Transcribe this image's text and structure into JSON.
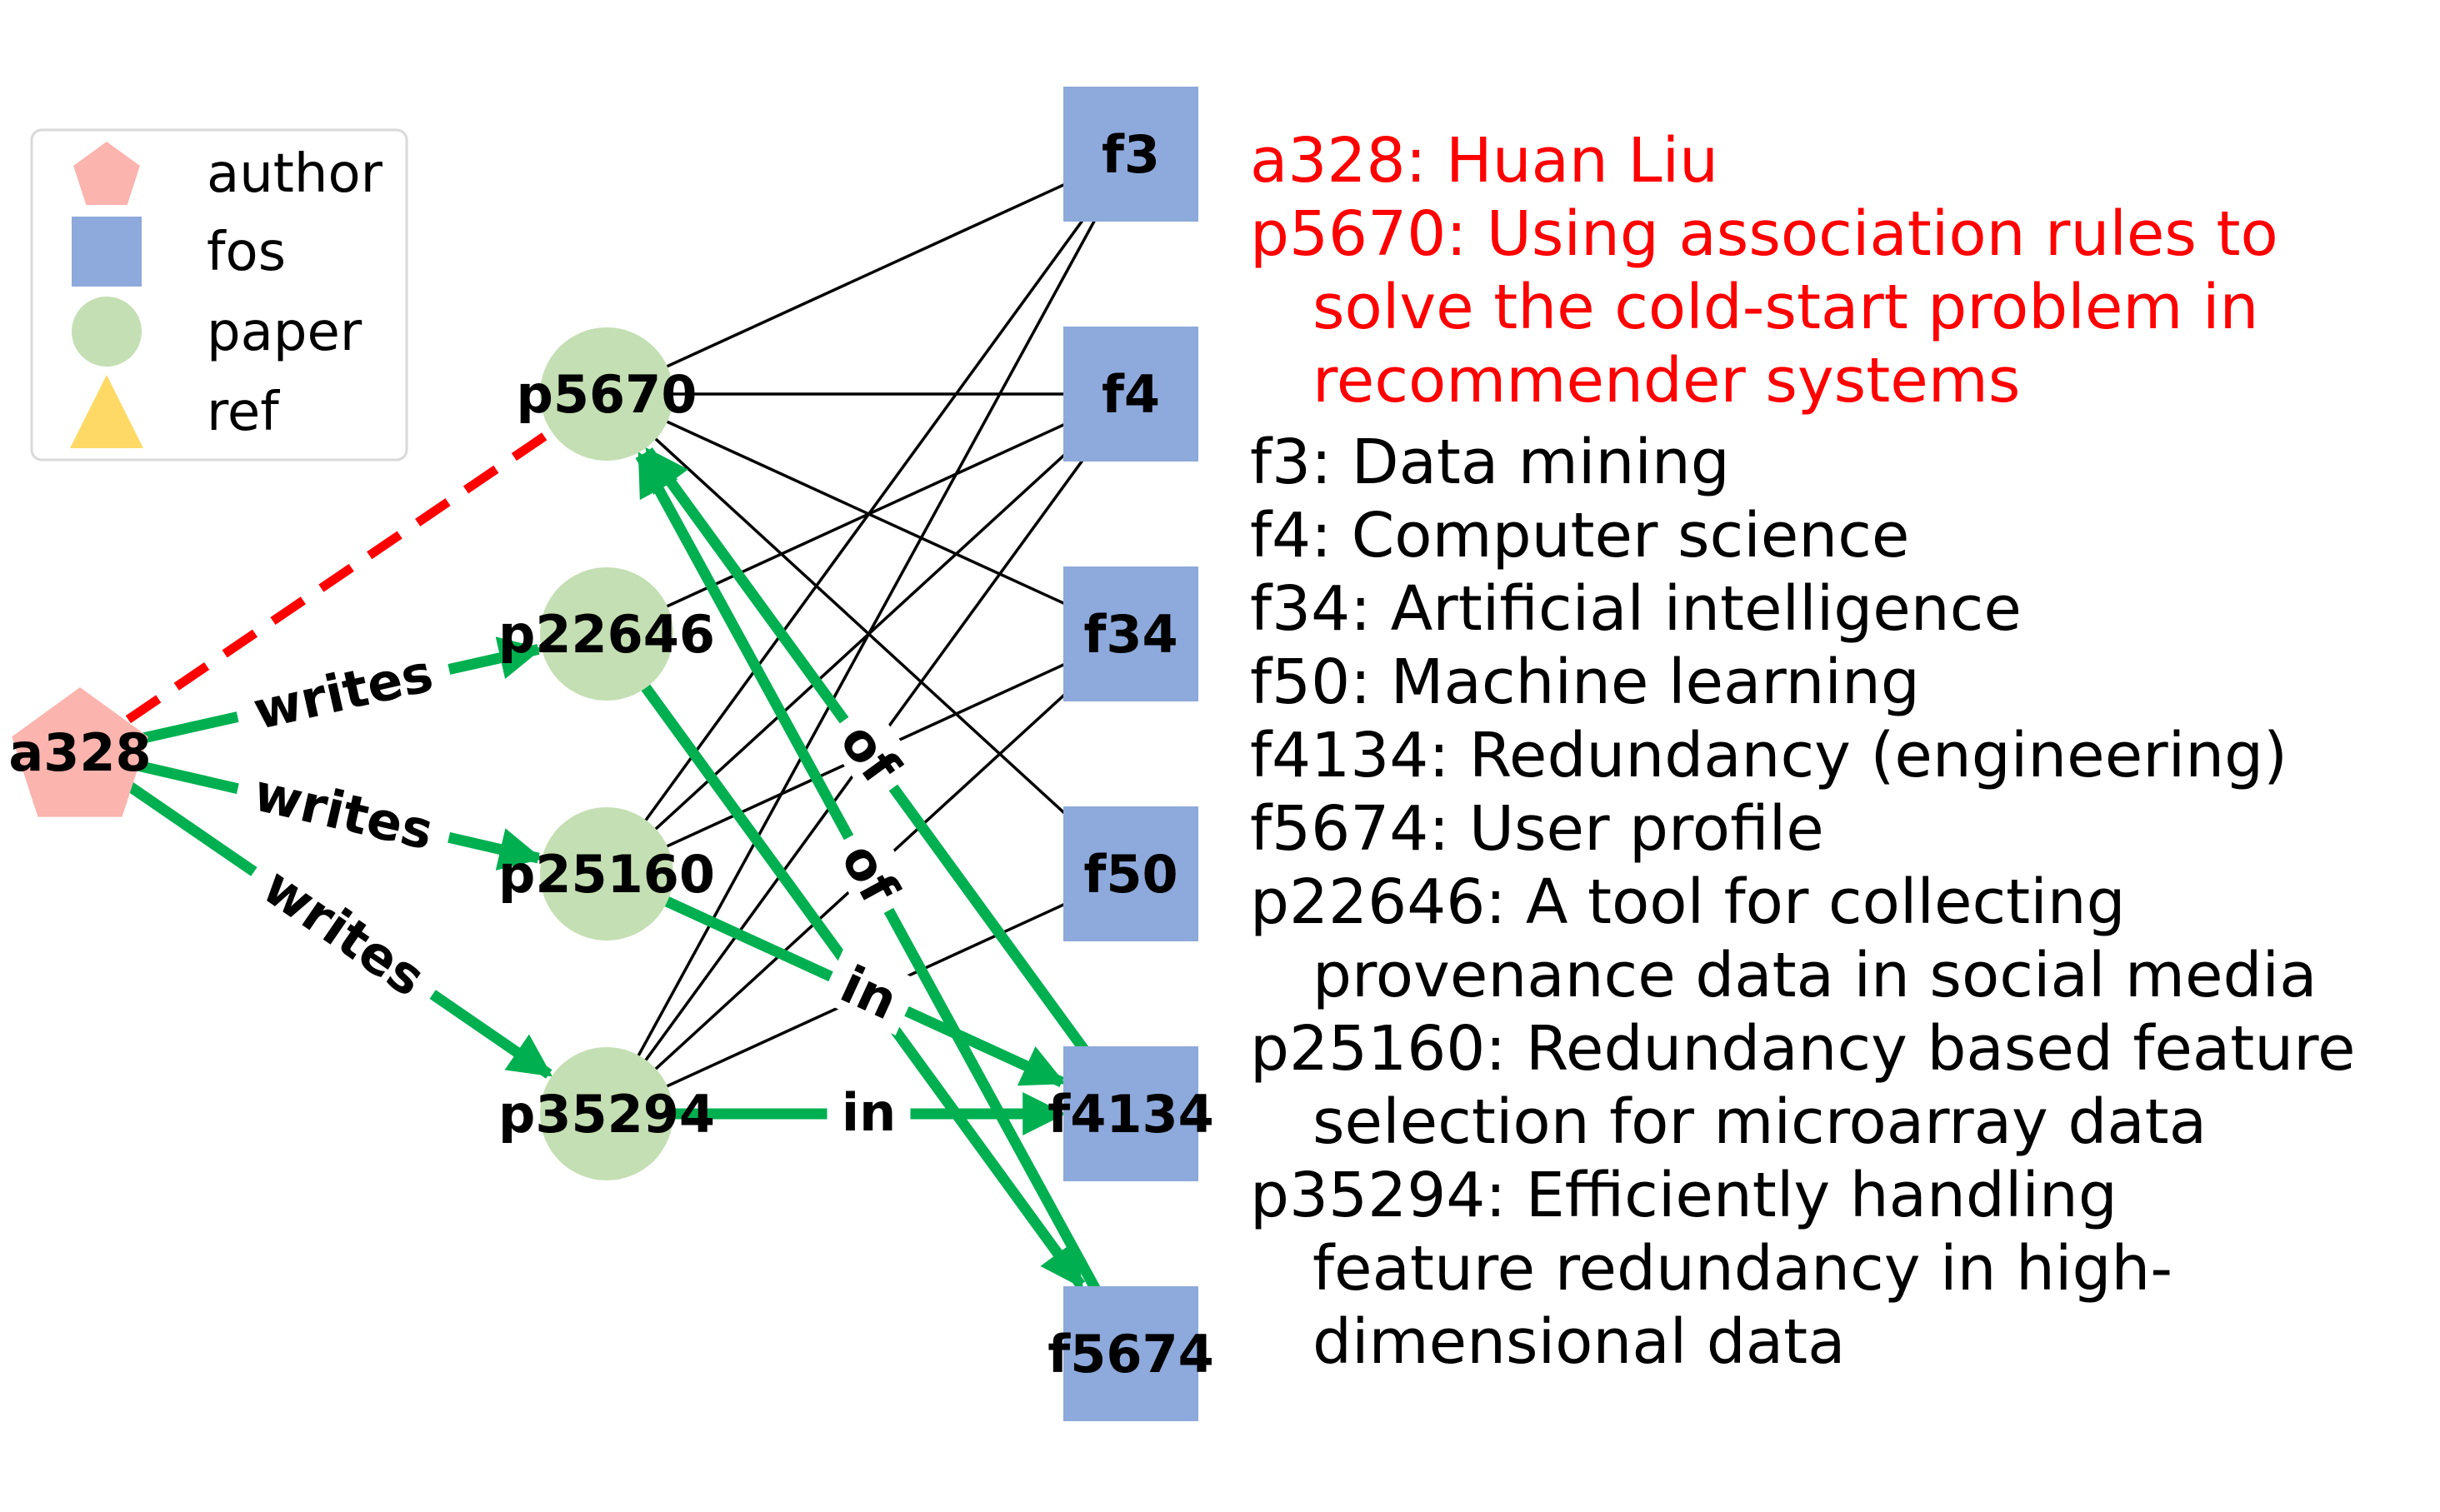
{
  "legend": {
    "items": [
      {
        "label": "author",
        "shape": "pentagon",
        "color": "#fbb4ae"
      },
      {
        "label": "fos",
        "shape": "square",
        "color": "#8ea9db"
      },
      {
        "label": "paper",
        "shape": "circle",
        "color": "#c4dfb3"
      },
      {
        "label": "ref",
        "shape": "triangle",
        "color": "#ffd966"
      }
    ]
  },
  "graph": {
    "colors": {
      "author": "#fbb4ae",
      "fos": "#8ea9db",
      "paper": "#c4dfb3",
      "highlight_edge": "#00b050",
      "predicted_edge": "#ff0000",
      "plain_edge": "#000000"
    },
    "nodes": [
      {
        "id": "a328",
        "type": "author"
      },
      {
        "id": "p5670",
        "type": "paper"
      },
      {
        "id": "p22646",
        "type": "paper"
      },
      {
        "id": "p25160",
        "type": "paper"
      },
      {
        "id": "p35294",
        "type": "paper"
      },
      {
        "id": "f3",
        "type": "fos"
      },
      {
        "id": "f4",
        "type": "fos"
      },
      {
        "id": "f34",
        "type": "fos"
      },
      {
        "id": "f50",
        "type": "fos"
      },
      {
        "id": "f4134",
        "type": "fos"
      },
      {
        "id": "f5674",
        "type": "fos"
      }
    ],
    "plain_edges": [
      [
        "p5670",
        "f3"
      ],
      [
        "p5670",
        "f4"
      ],
      [
        "p5670",
        "f34"
      ],
      [
        "p5670",
        "f50"
      ],
      [
        "p22646",
        "f4"
      ],
      [
        "p25160",
        "f3"
      ],
      [
        "p25160",
        "f4"
      ],
      [
        "p25160",
        "f34"
      ],
      [
        "p35294",
        "f3"
      ],
      [
        "p35294",
        "f4"
      ],
      [
        "p35294",
        "f34"
      ],
      [
        "p35294",
        "f50"
      ]
    ],
    "predicted_edges": [
      {
        "from": "a328",
        "to": "p5670"
      }
    ],
    "highlight_edges": [
      {
        "from": "a328",
        "to": "p22646",
        "label": "writes"
      },
      {
        "from": "a328",
        "to": "p25160",
        "label": "writes"
      },
      {
        "from": "a328",
        "to": "p35294",
        "label": "writes"
      },
      {
        "from": "f4134",
        "to": "p5670",
        "label": "of"
      },
      {
        "from": "f5674",
        "to": "p5670",
        "label": "of"
      },
      {
        "from": "p22646",
        "to": "f5674",
        "label": ""
      },
      {
        "from": "p25160",
        "to": "f4134",
        "label": "in"
      },
      {
        "from": "p35294",
        "to": "f4134",
        "label": "in"
      }
    ]
  },
  "descriptions": {
    "highlighted": [
      {
        "lines": [
          "a328:  Huan Liu"
        ]
      },
      {
        "lines": [
          "p5670:  Using association rules to",
          "solve the cold-start problem in",
          "recommender systems"
        ]
      }
    ],
    "normal": [
      {
        "lines": [
          "f3:  Data mining"
        ]
      },
      {
        "lines": [
          "f4:  Computer science"
        ]
      },
      {
        "lines": [
          "f34:  Artificial intelligence"
        ]
      },
      {
        "lines": [
          "f50:  Machine learning"
        ]
      },
      {
        "lines": [
          "f4134:  Redundancy (engineering)"
        ]
      },
      {
        "lines": [
          "f5674:  User profile"
        ]
      },
      {
        "lines": [
          "p22646:  A tool for collecting",
          "provenance data in social media"
        ]
      },
      {
        "lines": [
          "p25160:  Redundancy based feature",
          "selection for microarray data"
        ]
      },
      {
        "lines": [
          "p35294:  Efficiently handling",
          "feature redundancy in high-",
          "dimensional data"
        ]
      }
    ],
    "colors": {
      "highlighted": "#ff0000",
      "normal": "#000000"
    }
  }
}
